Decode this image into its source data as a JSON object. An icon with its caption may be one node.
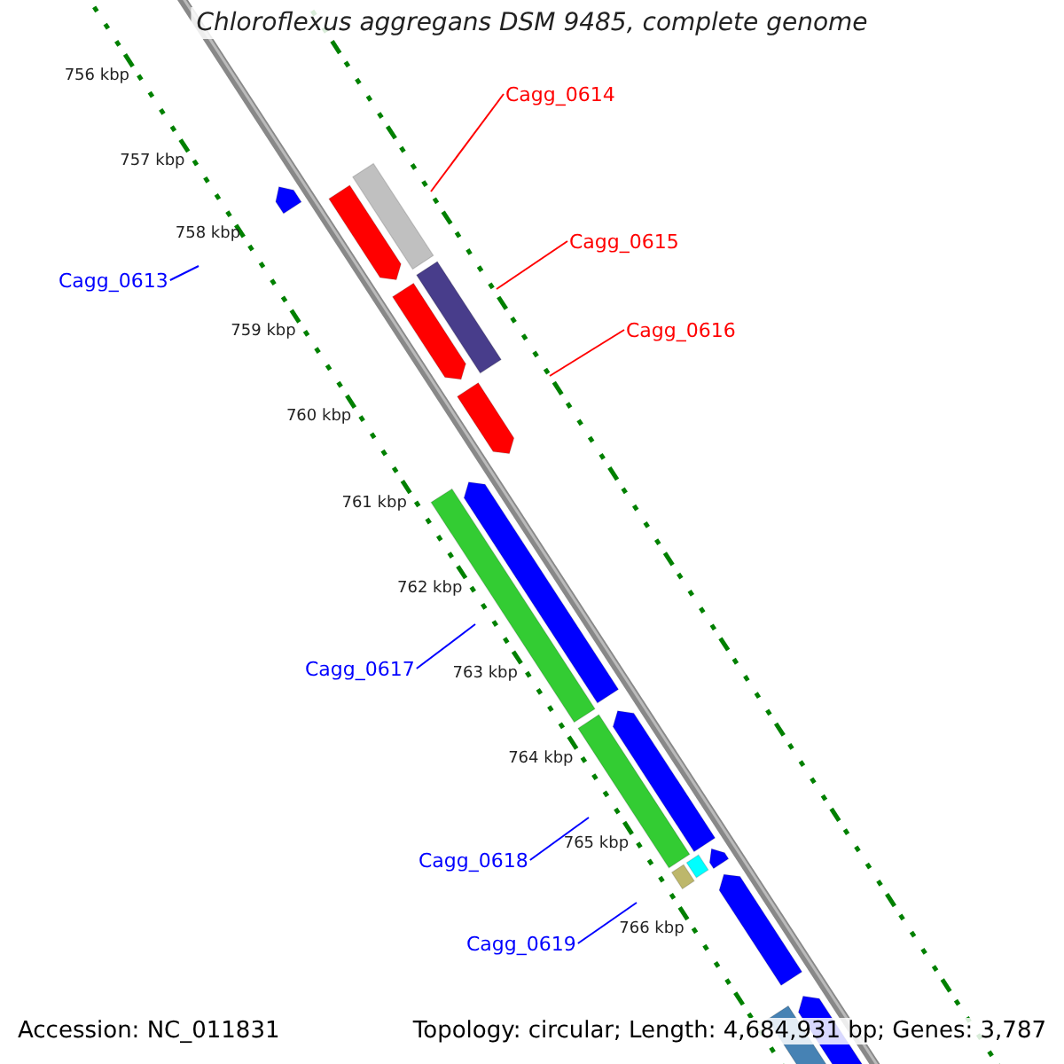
{
  "diagram": {
    "title": "Chloroflexus aggregans DSM 9485, complete genome",
    "nodes": [
      {
        "text": [
          "Cagg_0613"
        ]
      },
      {
        "text": [
          "Cagg_0614"
        ]
      },
      {
        "text": [
          "Cagg_0615"
        ]
      },
      {
        "text": [
          "Cagg_0616"
        ]
      },
      {
        "text": [
          "Cagg_0617"
        ]
      },
      {
        "text": [
          "Cagg_0618"
        ]
      },
      {
        "text": [
          "Cagg_0619"
        ]
      }
    ],
    "edges": [
      {
        "from": 0,
        "to": null,
        "arrow": "none"
      },
      {
        "from": 1,
        "to": null,
        "arrow": "none",
        "color": "#ff0000"
      },
      {
        "from": 2,
        "to": null,
        "arrow": "none",
        "color": "#ff0000"
      },
      {
        "from": 3,
        "to": null,
        "arrow": "none",
        "color": "#ff0000"
      },
      {
        "from": 4,
        "to": null,
        "arrow": "none"
      },
      {
        "from": 5,
        "to": null,
        "arrow": "none"
      },
      {
        "from": 6,
        "to": null,
        "arrow": "none"
      }
    ],
    "labels": [
      "756 kbp",
      "757 kbp",
      "758 kbp",
      "759 kbp",
      "760 kbp",
      "761 kbp",
      "762 kbp",
      "763 kbp",
      "764 kbp",
      "765 kbp",
      "766 kbp",
      "Accession: NC_011831",
      "Topology: circular; Length: 4,684,931 bp; Genes: 3,787"
    ]
  }
}
